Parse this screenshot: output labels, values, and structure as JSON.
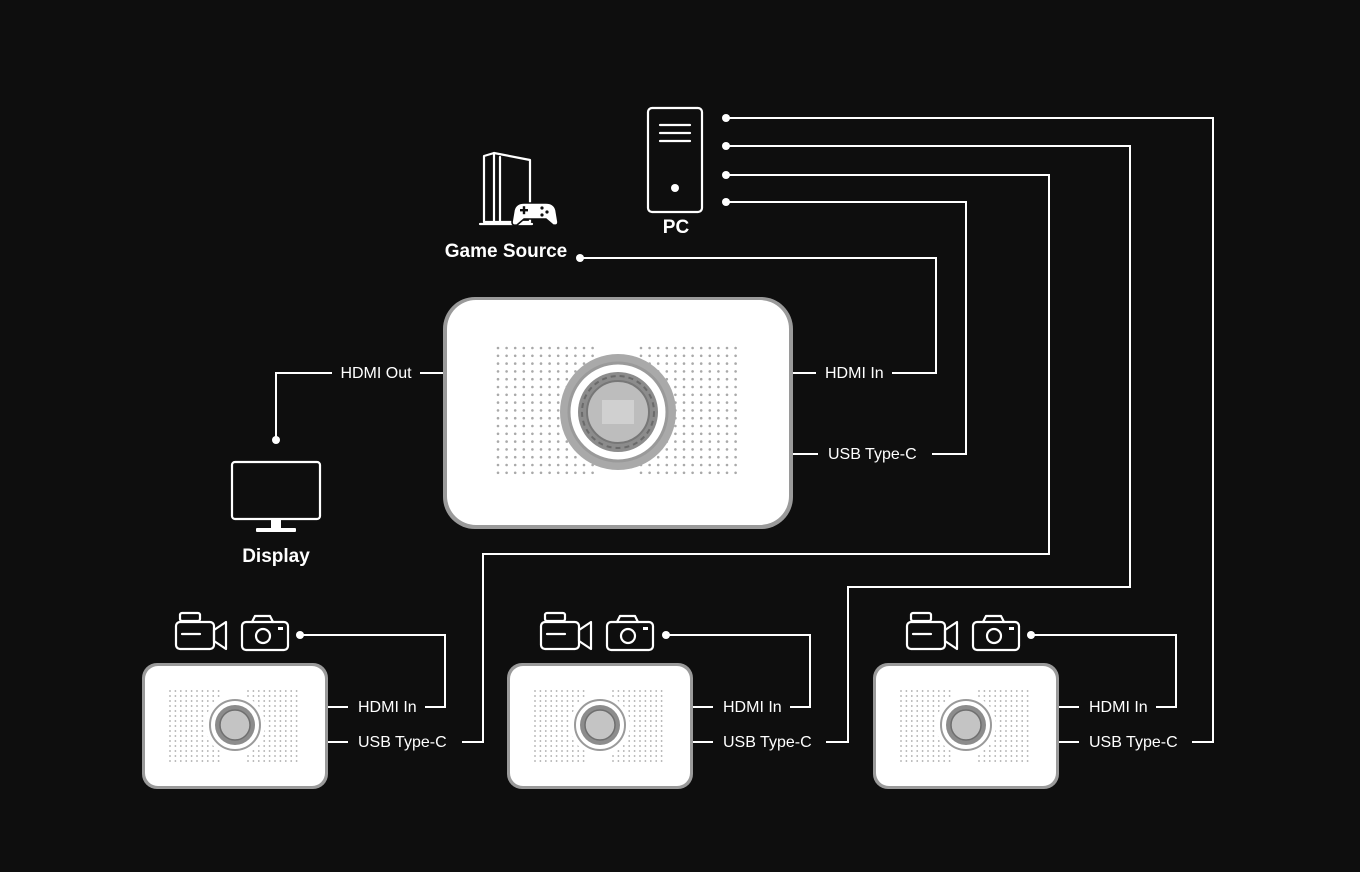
{
  "colors": {
    "background": "#0e0e0e",
    "line": "#ffffff",
    "device_body": "#ffffff",
    "device_rim": "#9a9a9a",
    "knob": "#8f8f8f"
  },
  "devices": {
    "pc": {
      "label": "PC",
      "icon": "desktop-tower-icon"
    },
    "game_source": {
      "label": "Game Source",
      "icon": "game-console-icon"
    },
    "display": {
      "label": "Display",
      "icon": "monitor-icon"
    }
  },
  "main_capture": {
    "icon": "capture-device-icon",
    "ports": {
      "hdmi_out": "HDMI Out",
      "hdmi_in": "HDMI In",
      "usb": "USB Type-C"
    }
  },
  "camera_units": [
    {
      "icons": [
        "video-camera-icon",
        "photo-camera-icon"
      ],
      "hdmi_in": "HDMI In",
      "usb": "USB Type-C"
    },
    {
      "icons": [
        "video-camera-icon",
        "photo-camera-icon"
      ],
      "hdmi_in": "HDMI In",
      "usb": "USB Type-C"
    },
    {
      "icons": [
        "video-camera-icon",
        "photo-camera-icon"
      ],
      "hdmi_in": "HDMI In",
      "usb": "USB Type-C"
    }
  ]
}
